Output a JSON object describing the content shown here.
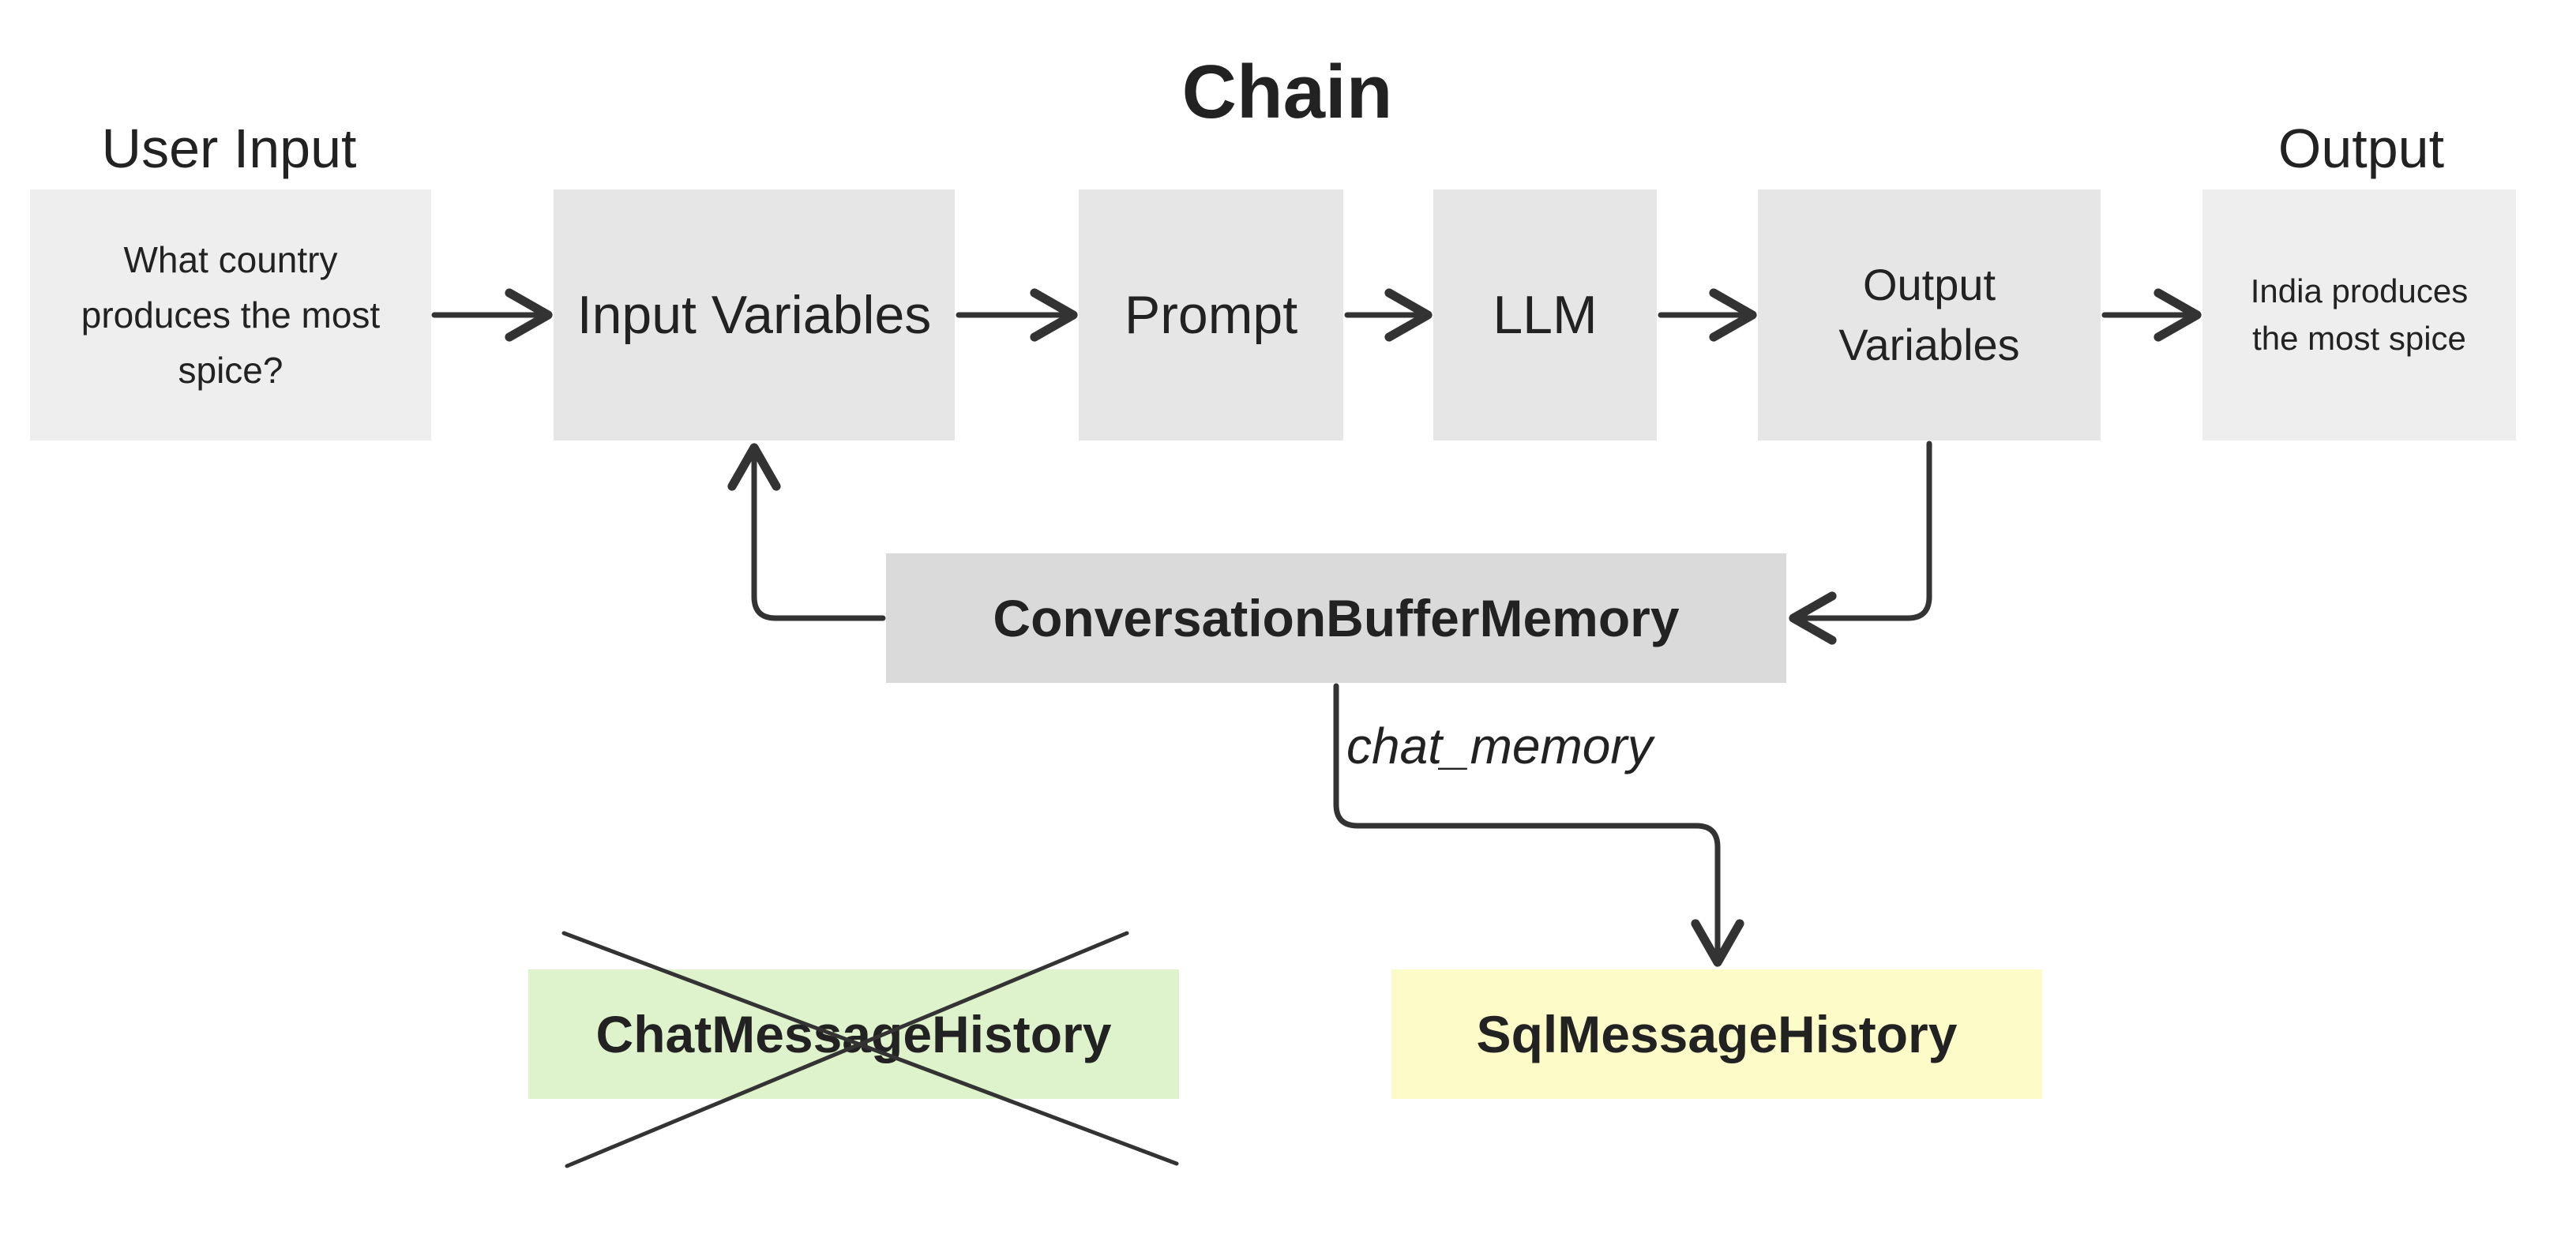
{
  "title": "Chain",
  "labels": {
    "user_input": "User Input",
    "output": "Output",
    "chat_memory": "chat_memory"
  },
  "boxes": {
    "user_input": "What country\nproduces the most\nspice?",
    "input_variables": "Input Variables",
    "prompt": "Prompt",
    "llm": "LLM",
    "output_variables": "Output\nVariables",
    "output": "India produces\nthe most spice",
    "memory": "ConversationBufferMemory",
    "chat_history": "ChatMessageHistory",
    "sql_history": "SqlMessageHistory"
  },
  "colors": {
    "arrow": "#333333",
    "chat_history_fill": "#def2cc",
    "sql_history_fill": "#fdfbc8",
    "memory_fill": "#dadada"
  },
  "edges": [
    {
      "from": "user_input",
      "to": "input_variables"
    },
    {
      "from": "input_variables",
      "to": "prompt"
    },
    {
      "from": "prompt",
      "to": "llm"
    },
    {
      "from": "llm",
      "to": "output_variables"
    },
    {
      "from": "output_variables",
      "to": "output"
    },
    {
      "from": "output_variables",
      "to": "memory"
    },
    {
      "from": "memory",
      "to": "input_variables"
    },
    {
      "from": "memory",
      "to": "sql_history",
      "label": "chat_memory"
    }
  ],
  "crossed_out": [
    "chat_history"
  ]
}
